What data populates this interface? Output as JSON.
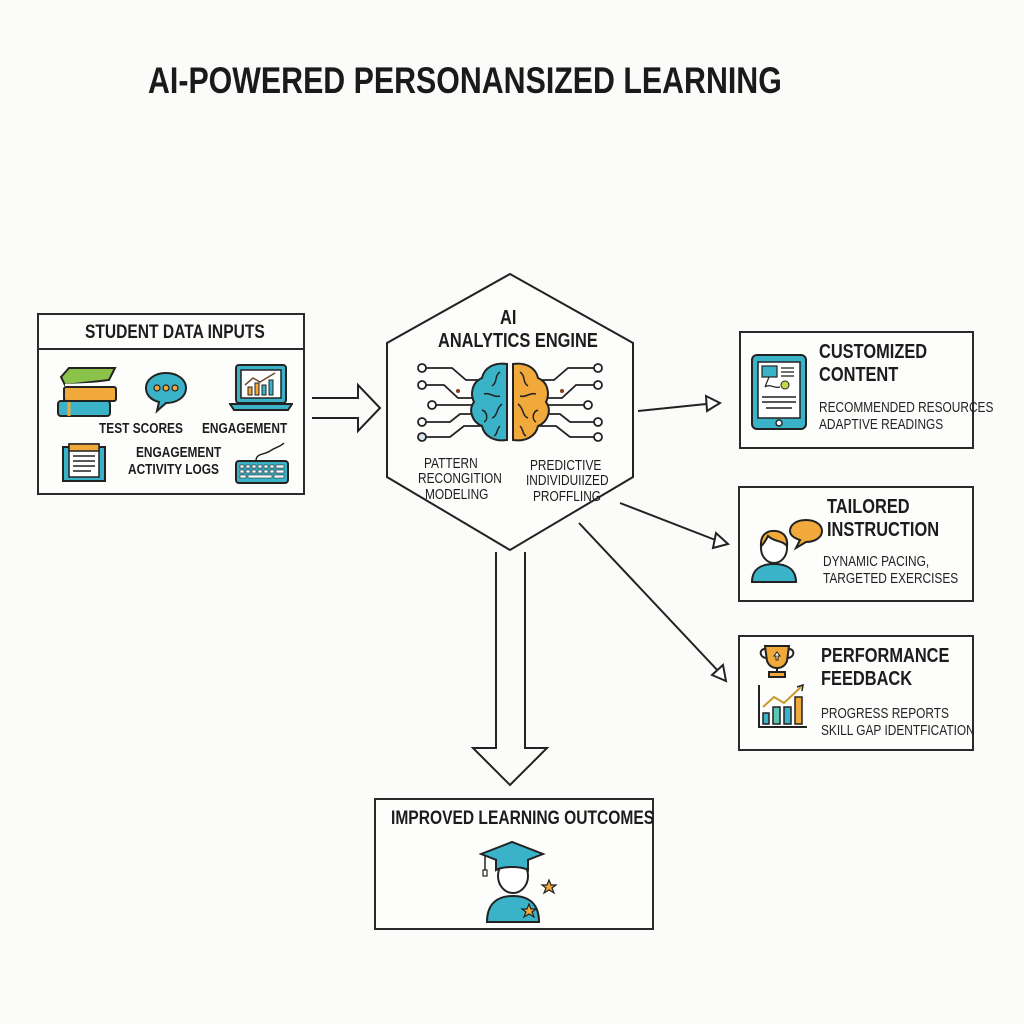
{
  "title": "AI-POWERED PERSONANSIZED LEARNING",
  "colors": {
    "teal": "#3ab3c9",
    "orange": "#f2a93b",
    "green": "#8bc34a",
    "stroke": "#222222",
    "background": "#fbfbfa"
  },
  "inputs": {
    "heading": "STUDENT DATA INPUTS",
    "labels": {
      "test_scores": "TEST SCORES",
      "engagement": "ENGAGEMENT",
      "activity_logs_line1": "ENGAGEMENT",
      "activity_logs_line2": "ACTIVITY LOGS"
    },
    "icons": [
      "books-icon",
      "chat-bubble-icon",
      "laptop-chart-icon",
      "document-icon",
      "keyboard-icon"
    ]
  },
  "engine": {
    "title_line1": "AI",
    "title_line2": "ANALYTICS ENGINE",
    "left_lines": [
      "PATTERN",
      "RECONGITION",
      "MODELING"
    ],
    "right_lines": [
      "PREDICTIVE",
      "INDIVIDUIIZED",
      "PROFFLING"
    ],
    "icon": "circuit-brain-icon"
  },
  "outputs": [
    {
      "title_lines": [
        "CUSTOMIZED",
        "CONTENT"
      ],
      "detail_lines": [
        "RECOMMENDED RESOURCES",
        "ADAPTIVE READINGS"
      ],
      "icon": "tablet-icon"
    },
    {
      "title_lines": [
        "TAILORED",
        "INSTRUCTION"
      ],
      "detail_lines": [
        "DYNAMIC PACING,",
        "TARGETED EXERCISES"
      ],
      "icon": "tutor-speech-icon"
    },
    {
      "title_lines": [
        "PERFORMANCE",
        "FEEDBACK"
      ],
      "detail_lines": [
        "PROGRESS REPORTS",
        "SKILL GAP IDENTFICATION"
      ],
      "icon": "trophy-chart-icon"
    }
  ],
  "outcome": {
    "heading": "IMPROVED LEARNING OUTCOMES",
    "icon": "graduate-icon"
  }
}
